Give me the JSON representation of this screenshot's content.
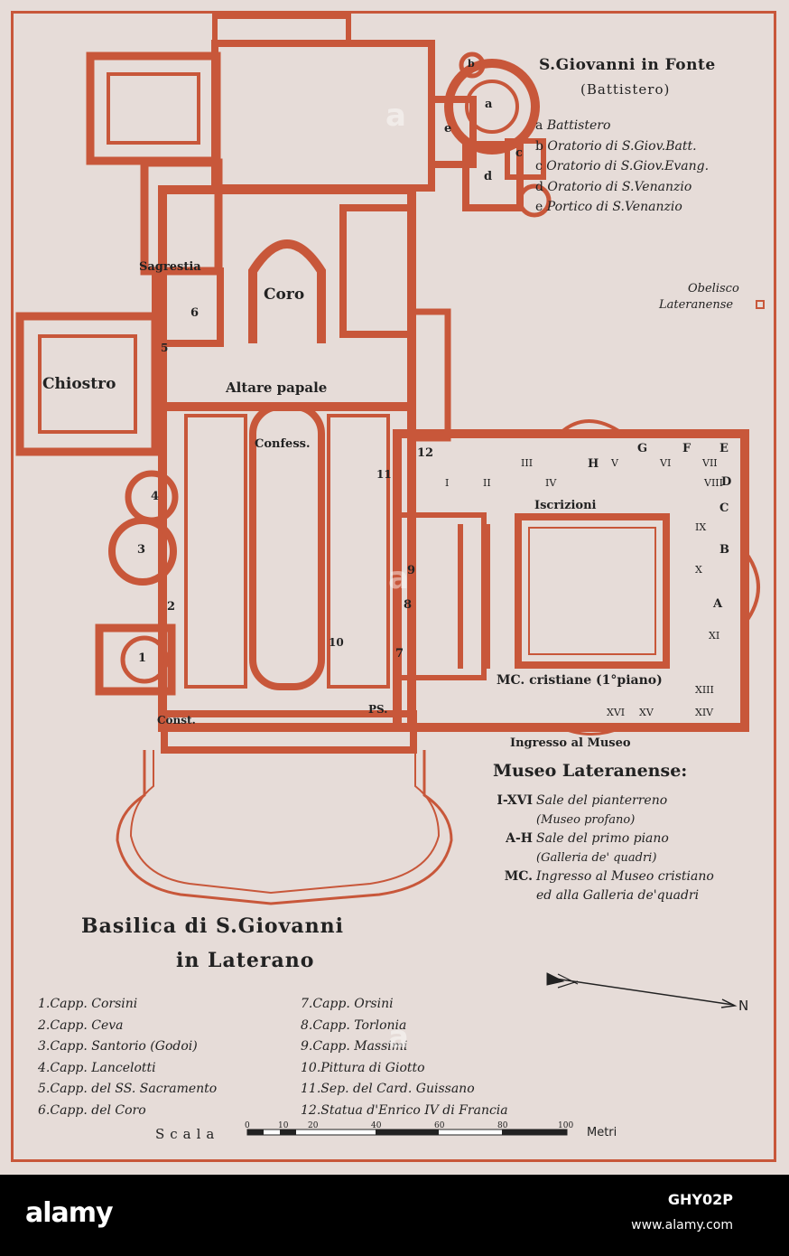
{
  "baptistery": {
    "title": "S.Giovanni in Fonte",
    "subtitle": "(Battistero)",
    "items": [
      {
        "key": "a",
        "label": "Battistero"
      },
      {
        "key": "b",
        "label": "Oratorio di S.Giov.Batt."
      },
      {
        "key": "c",
        "label": "Oratorio di S.Giov.Evang."
      },
      {
        "key": "d",
        "label": "Oratorio di S.Venanzio"
      },
      {
        "key": "e",
        "label": "Portico di S.Venanzio"
      }
    ]
  },
  "obelisk": {
    "line1": "Obelisco",
    "line2": "Lateranense"
  },
  "rooms": {
    "sagrestia": "Sagrestia",
    "coro": "Coro",
    "chiostro": "Chiostro",
    "altare": "Altare papale",
    "confess": "Confess.",
    "iscrizioni": "Iscrizioni",
    "mc": "MC. cristiane (1°piano)",
    "const": "Const.",
    "ps": "PS.",
    "ingresso": "Ingresso al Museo"
  },
  "plan_numbers": [
    "1",
    "2",
    "3",
    "4",
    "5",
    "6",
    "7",
    "8",
    "9",
    "10",
    "11",
    "12"
  ],
  "roman_numerals": [
    "I",
    "II",
    "III",
    "IV",
    "V",
    "VI",
    "VII",
    "VIII",
    "IX",
    "X",
    "XI",
    "XIII",
    "XIV",
    "XV",
    "XVI"
  ],
  "museum_letters": [
    "A",
    "B",
    "C",
    "D",
    "E",
    "F",
    "G",
    "H"
  ],
  "museo": {
    "title": "Museo Lateranense:",
    "rows": [
      {
        "code": "I-XVI",
        "line1": "Sale del pianterreno",
        "line2": "(Museo profano)"
      },
      {
        "code": "A-H",
        "line1": "Sale del primo piano",
        "line2": "(Galleria de' quadri)"
      },
      {
        "code": "MC.",
        "line1": "Ingresso al Museo cristiano",
        "line2": "ed alla Galleria de'quadri"
      }
    ]
  },
  "basilica": {
    "line1": "Basilica di S.Giovanni",
    "line2": "in Laterano"
  },
  "compass": {
    "label": "N"
  },
  "legend_left": [
    "1.Capp. Corsini",
    "2.Capp. Ceva",
    "3.Capp. Santorio (Godoi)",
    "4.Capp. Lancelotti",
    "5.Capp. del SS. Sacramento",
    "6.Capp. del Coro"
  ],
  "legend_right": [
    "7.Capp. Orsini",
    "8.Capp. Torlonia",
    "9.Capp. Massimi",
    "10.Pittura di Giotto",
    "11.Sep. del Card. Guissano",
    "12.Statua d'Enrico IV di Francia"
  ],
  "scale": {
    "label": "Scala",
    "ticks": [
      "0",
      "10",
      "20",
      "40",
      "60",
      "80",
      "100"
    ],
    "unit": "Metri"
  },
  "footer": {
    "brand": "alamy",
    "image_id": "GHY02P",
    "site": "www.alamy.com",
    "watermark": "a"
  },
  "colors": {
    "paper": "#e6dcd8",
    "wall": "#c8573a",
    "ink": "#222222"
  }
}
